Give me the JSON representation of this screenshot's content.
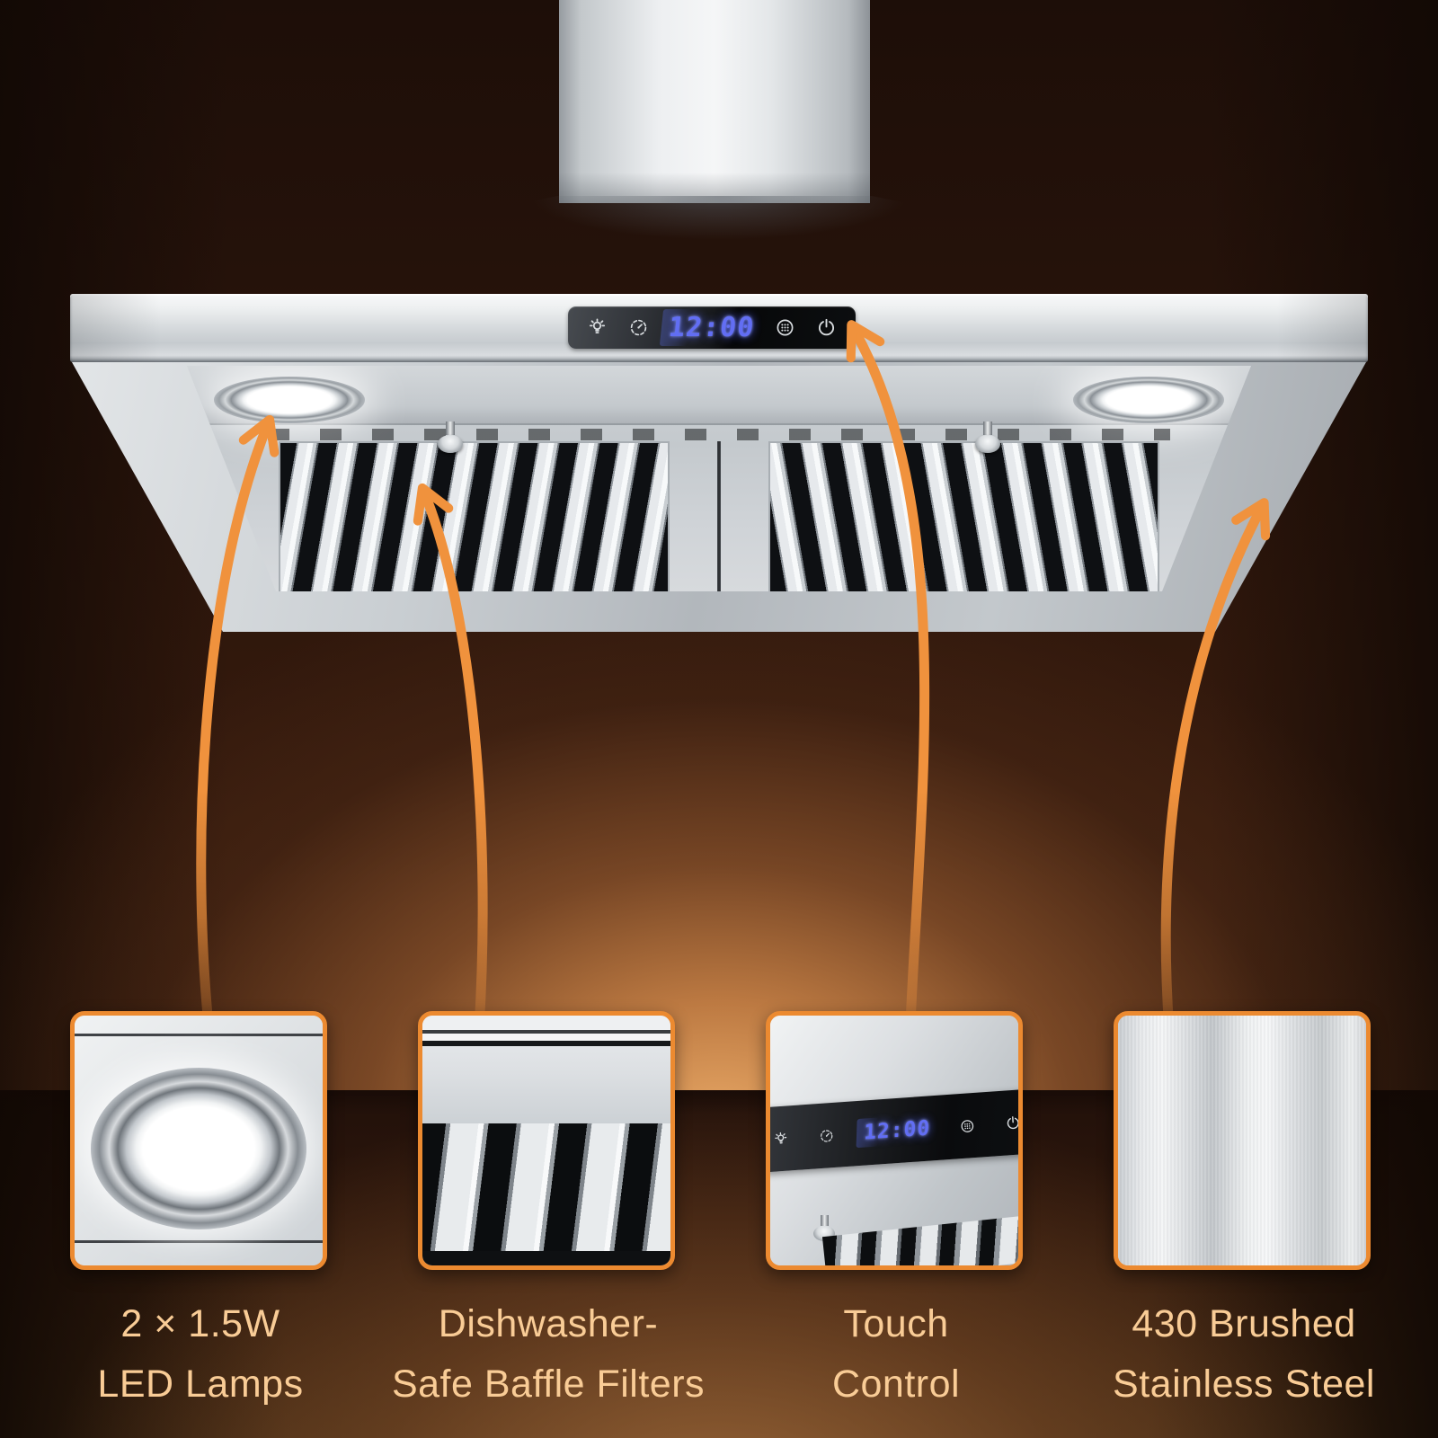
{
  "colors": {
    "accent_orange": "#F0923D",
    "thumbnail_border_orange": "#EC8A30",
    "caption_text": "#F9CC96",
    "led_display_blue": "#5A66F2",
    "background_dark_brown": "#22110A",
    "glow_warm": "#E2A163",
    "stainless_steel": "#D6DADD"
  },
  "control_panel": {
    "display_time": "12:00",
    "icons": [
      {
        "name": "light-icon"
      },
      {
        "name": "timer-icon"
      },
      {
        "name": "fan-speed-icon"
      },
      {
        "name": "power-icon"
      }
    ]
  },
  "features": [
    {
      "id": "led-lamps",
      "caption_line1": "2 × 1.5W",
      "caption_line2": "LED Lamps"
    },
    {
      "id": "baffle-filters",
      "caption_line1": "Dishwasher-",
      "caption_line2": "Safe Baffle Filters"
    },
    {
      "id": "touch-control",
      "caption_line1": "Touch",
      "caption_line2": "Control"
    },
    {
      "id": "stainless-steel",
      "caption_line1": "430 Brushed",
      "caption_line2": "Stainless Steel"
    }
  ]
}
